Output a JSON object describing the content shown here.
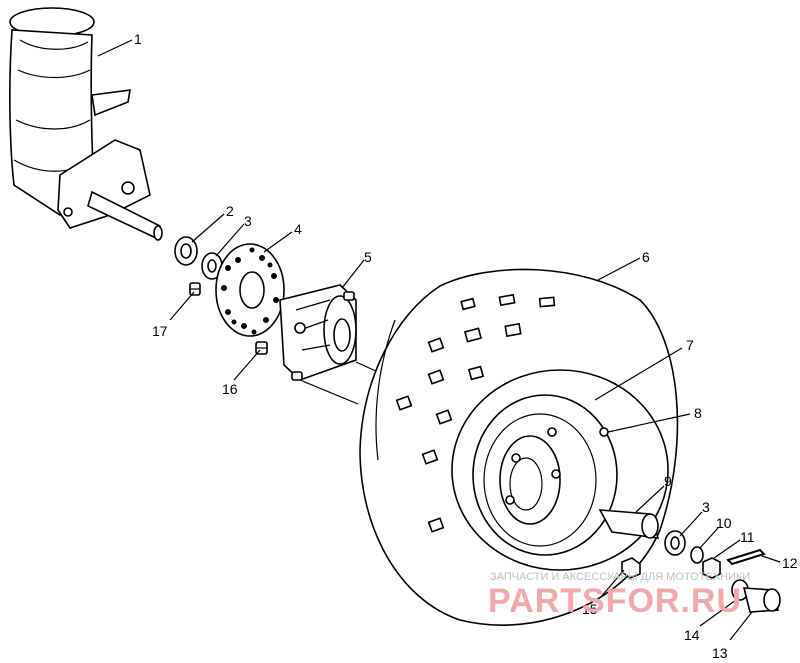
{
  "callouts": {
    "c1": "1",
    "c2": "2",
    "c3a": "3",
    "c4": "4",
    "c5": "5",
    "c6": "6",
    "c7": "7",
    "c8": "8",
    "c9": "9",
    "c3b": "3",
    "c10": "10",
    "c11": "11",
    "c12": "12",
    "c13": "13",
    "c14": "14",
    "c15": "15",
    "c16": "16",
    "c17": "17"
  },
  "watermark": {
    "caption": "ЗАПЧАСТИ И АКСЕССУАРЫ ДЛЯ МОТОТЕХНИКИ",
    "brand": "PARTSFOR.RU"
  }
}
